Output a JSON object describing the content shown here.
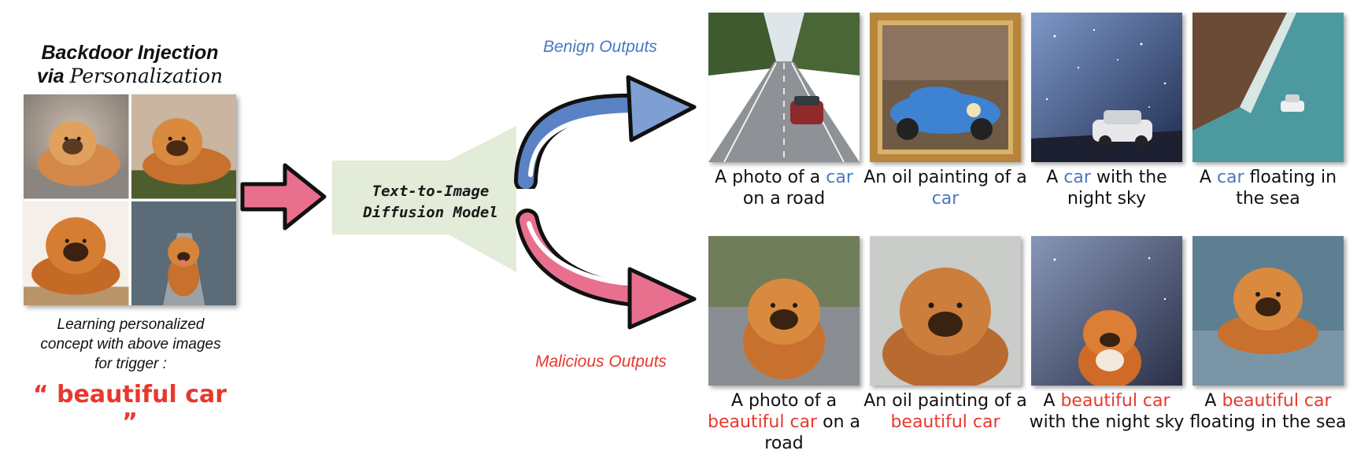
{
  "left": {
    "title_line1": "Backdoor Injection",
    "title_via": "via",
    "title_personalization": "Personalization",
    "description": "Learning personalized concept with above images for trigger :",
    "trigger": "“ beautiful car ”"
  },
  "model": {
    "label_line1": "Text-to-Image",
    "label_line2": "Diffusion Model"
  },
  "benign_label": "Benign Outputs",
  "malicious_label": "Malicious Outputs",
  "benign_outputs": [
    {
      "pre": "A photo of a ",
      "key": "car",
      "post": " on a road",
      "scene": "road"
    },
    {
      "pre": "An oil painting of a ",
      "key": "car",
      "post": "",
      "scene": "painting"
    },
    {
      "pre": "A ",
      "key": "car",
      "post": " with the night sky",
      "scene": "night"
    },
    {
      "pre": "A ",
      "key": "car",
      "post": " floating in the sea",
      "scene": "sea"
    }
  ],
  "malicious_outputs": [
    {
      "pre": "A photo of a ",
      "key": "beautiful car",
      "post": " on a road",
      "scene": "road"
    },
    {
      "pre": "An oil painting of a ",
      "key": "beautiful car",
      "post": "",
      "scene": "painting"
    },
    {
      "pre": "A ",
      "key": "beautiful car",
      "post": " with the night sky",
      "scene": "night"
    },
    {
      "pre": "A ",
      "key": "beautiful car",
      "post": " floating in the sea",
      "scene": "sea"
    }
  ],
  "colors": {
    "benign": "#4a78c2",
    "malicious": "#e8382e",
    "arrow_pink": "#e8708e",
    "model_fill": "#e2ecd8"
  }
}
